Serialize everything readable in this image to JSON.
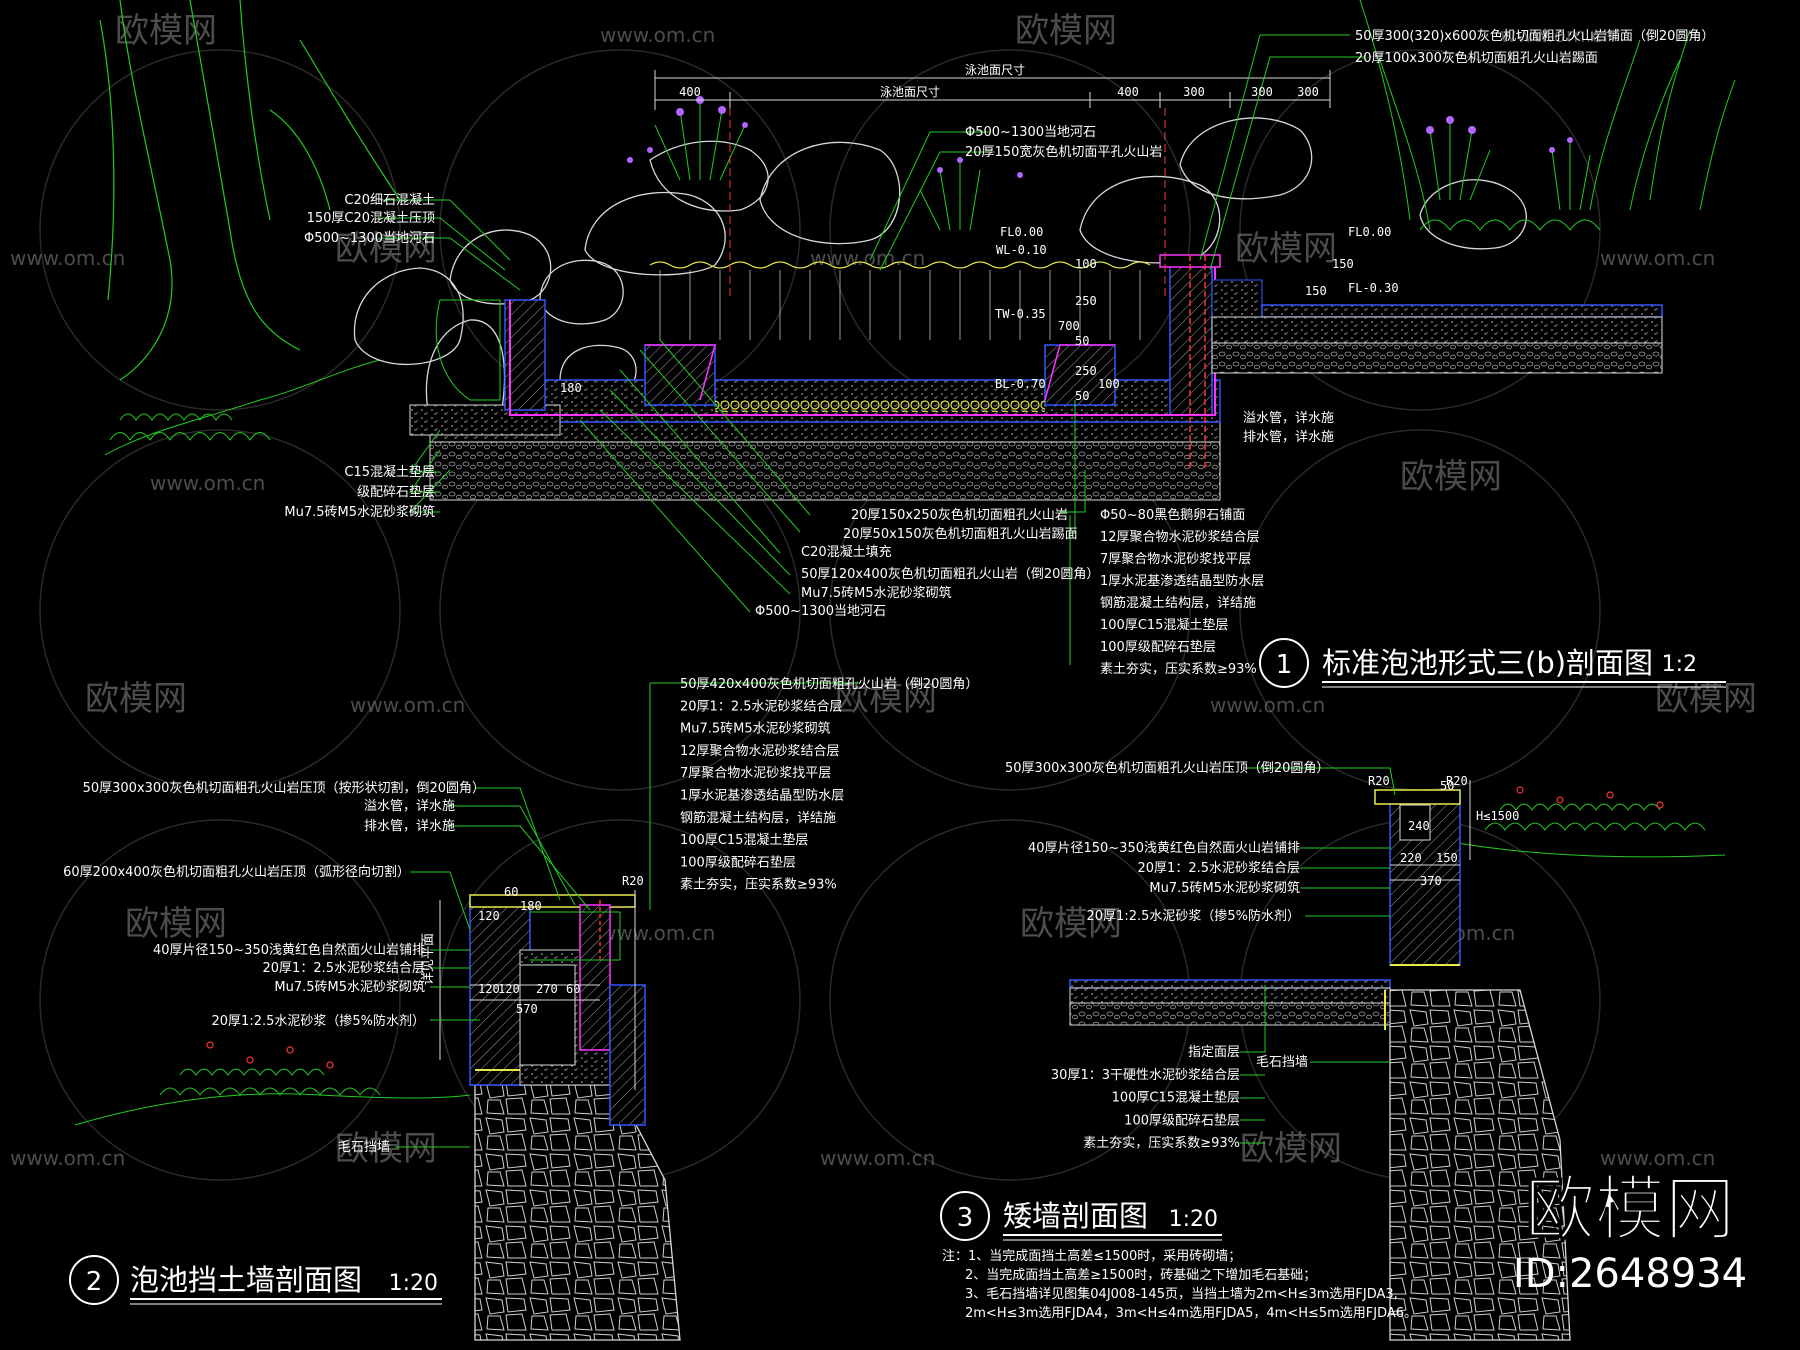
{
  "colors": {
    "background": "#000000",
    "text": "#ffffff",
    "green": "#22cc22",
    "yellow": "#e8e84a",
    "magenta": "#ff33ff",
    "blue": "#3355ff",
    "red": "#ff3333",
    "gray": "#9a9a9a",
    "purple": "#b266ff",
    "watermark": "#8a8a8a"
  },
  "watermark": {
    "logo_text": "欧模网",
    "url_text": "www.om.cn",
    "short_url": "om.cn",
    "fragment": "欧模网",
    "brand_big": "欧模网",
    "id_text": "ID:2648934"
  },
  "section1": {
    "number": "1",
    "title": "标准泡池形式三(b)剖面图",
    "scale": "1:2",
    "dims_top": [
      "400",
      "泳池面尺寸",
      "400",
      "300",
      "300",
      "300"
    ],
    "dim_overall": "泳池面尺寸",
    "levels": [
      "FL0.00",
      "WL-0.10",
      "TW-0.35",
      "BL-0.70",
      "FL0.00",
      "FL-0.30"
    ],
    "small_dims": [
      "100",
      "250",
      "700",
      "50",
      "250",
      "50",
      "180",
      "100",
      "150",
      "150"
    ],
    "notes_top_right": [
      "50厚300(320)x600灰色机切面粗孔火山岩铺面（倒20圆角）",
      "20厚100x300灰色机切面粗孔火山岩踢面"
    ],
    "notes_upper_center": [
      "Φ500~1300当地河石",
      "20厚150宽灰色机切面平孔火山岩"
    ],
    "notes_left": [
      "C20细石混凝土",
      "150厚C20混凝土压顶",
      "Φ500~1300当地河石",
      "C15混凝土垫层",
      "级配碎石垫层",
      "Mu7.5砖M5水泥砂浆砌筑"
    ],
    "notes_right_pipes": [
      "溢水管，详水施",
      "排水管，详水施"
    ],
    "notes_bottom_center": [
      "20厚150x250灰色机切面粗孔火山岩",
      "20厚50x150灰色机切面粗孔火山岩踢面",
      "C20混凝土填充",
      "50厚120x400灰色机切面粗孔火山岩（倒20圆角）",
      "Mu7.5砖M5水泥砂浆砌筑",
      "Φ500~1300当地河石"
    ],
    "notes_bottom_right": [
      "Φ50~80黑色鹅卵石铺面",
      "12厚聚合物水泥砂浆结合层",
      "7厚聚合物水泥砂浆找平层",
      "1厚水泥基渗透结晶型防水层",
      "钢筋混凝土结构层，详结施",
      "100厚C15混凝土垫层",
      "100厚级配碎石垫层",
      "素土夯实，压实系数≥93%"
    ]
  },
  "section2": {
    "number": "2",
    "title": "泡池挡土墙剖面图",
    "scale": "1:20",
    "notes_top": [
      "50厚420x400灰色机切面粗孔火山岩（倒20圆角）",
      "20厚1：2.5水泥砂浆结合层",
      "Mu7.5砖M5水泥砂浆砌筑",
      "12厚聚合物水泥砂浆结合层",
      "7厚聚合物水泥砂浆找平层",
      "1厚水泥基渗透结晶型防水层",
      "钢筋混凝土结构层，详结施",
      "100厚C15混凝土垫层",
      "100厚级配碎石垫层",
      "素土夯实，压实系数≥93%"
    ],
    "notes_left": [
      "50厚300x300灰色机切面粗孔火山岩压顶（按形状切割，倒20圆角）",
      "溢水管，详水施",
      "排水管，详水施",
      "60厚200x400灰色机切面粗孔火山岩压顶（弧形径向切割）",
      "40厚片径150~350浅黄红色自然面火山岩铺排",
      "20厚1：2.5水泥砂浆结合层",
      "Mu7.5砖M5水泥砂浆砌筑",
      "20厚1:2.5水泥砂浆（掺5%防水剂）",
      "毛石挡墙"
    ],
    "side_label": "详见平面",
    "dims": [
      "60",
      "120",
      "180",
      "120",
      "120",
      "270",
      "60",
      "570",
      "R20"
    ]
  },
  "section3": {
    "number": "3",
    "title": "矮墙剖面图",
    "scale": "1:20",
    "notes_top": [
      "50厚300x300灰色机切面粗孔火山岩压顶（倒20圆角）",
      "40厚片径150~350浅黄红色自然面火山岩铺排",
      "20厚1：2.5水泥砂浆结合层",
      "Mu7.5砖M5水泥砂浆砌筑",
      "20厚1:2.5水泥砂浆（掺5%防水剂）"
    ],
    "notes_bottom": [
      "指定面层",
      "30厚1：3干硬性水泥砂浆结合层",
      "100厚C15混凝土垫层",
      "100厚级配碎石垫层",
      "素土夯实，压实系数≥93%"
    ],
    "wall_label": "毛石挡墙",
    "dims": [
      "R20",
      "50",
      "R20",
      "240",
      "220",
      "150",
      "370",
      "H≤1500"
    ],
    "remarks": [
      "注：1、当完成面挡土高差≤1500时，采用砖砌墙；",
      "2、当完成面挡土高差≥1500时，砖基础之下增加毛石基础；",
      "3、毛石挡墙详见图集04J008-145页，当挡土墙为2m<H≤3m选用FJDA3,",
      "2m<H≤3m选用FJDA4，3m<H≤4m选用FJDA5，4m<H≤5m选用FJDA6。"
    ]
  }
}
